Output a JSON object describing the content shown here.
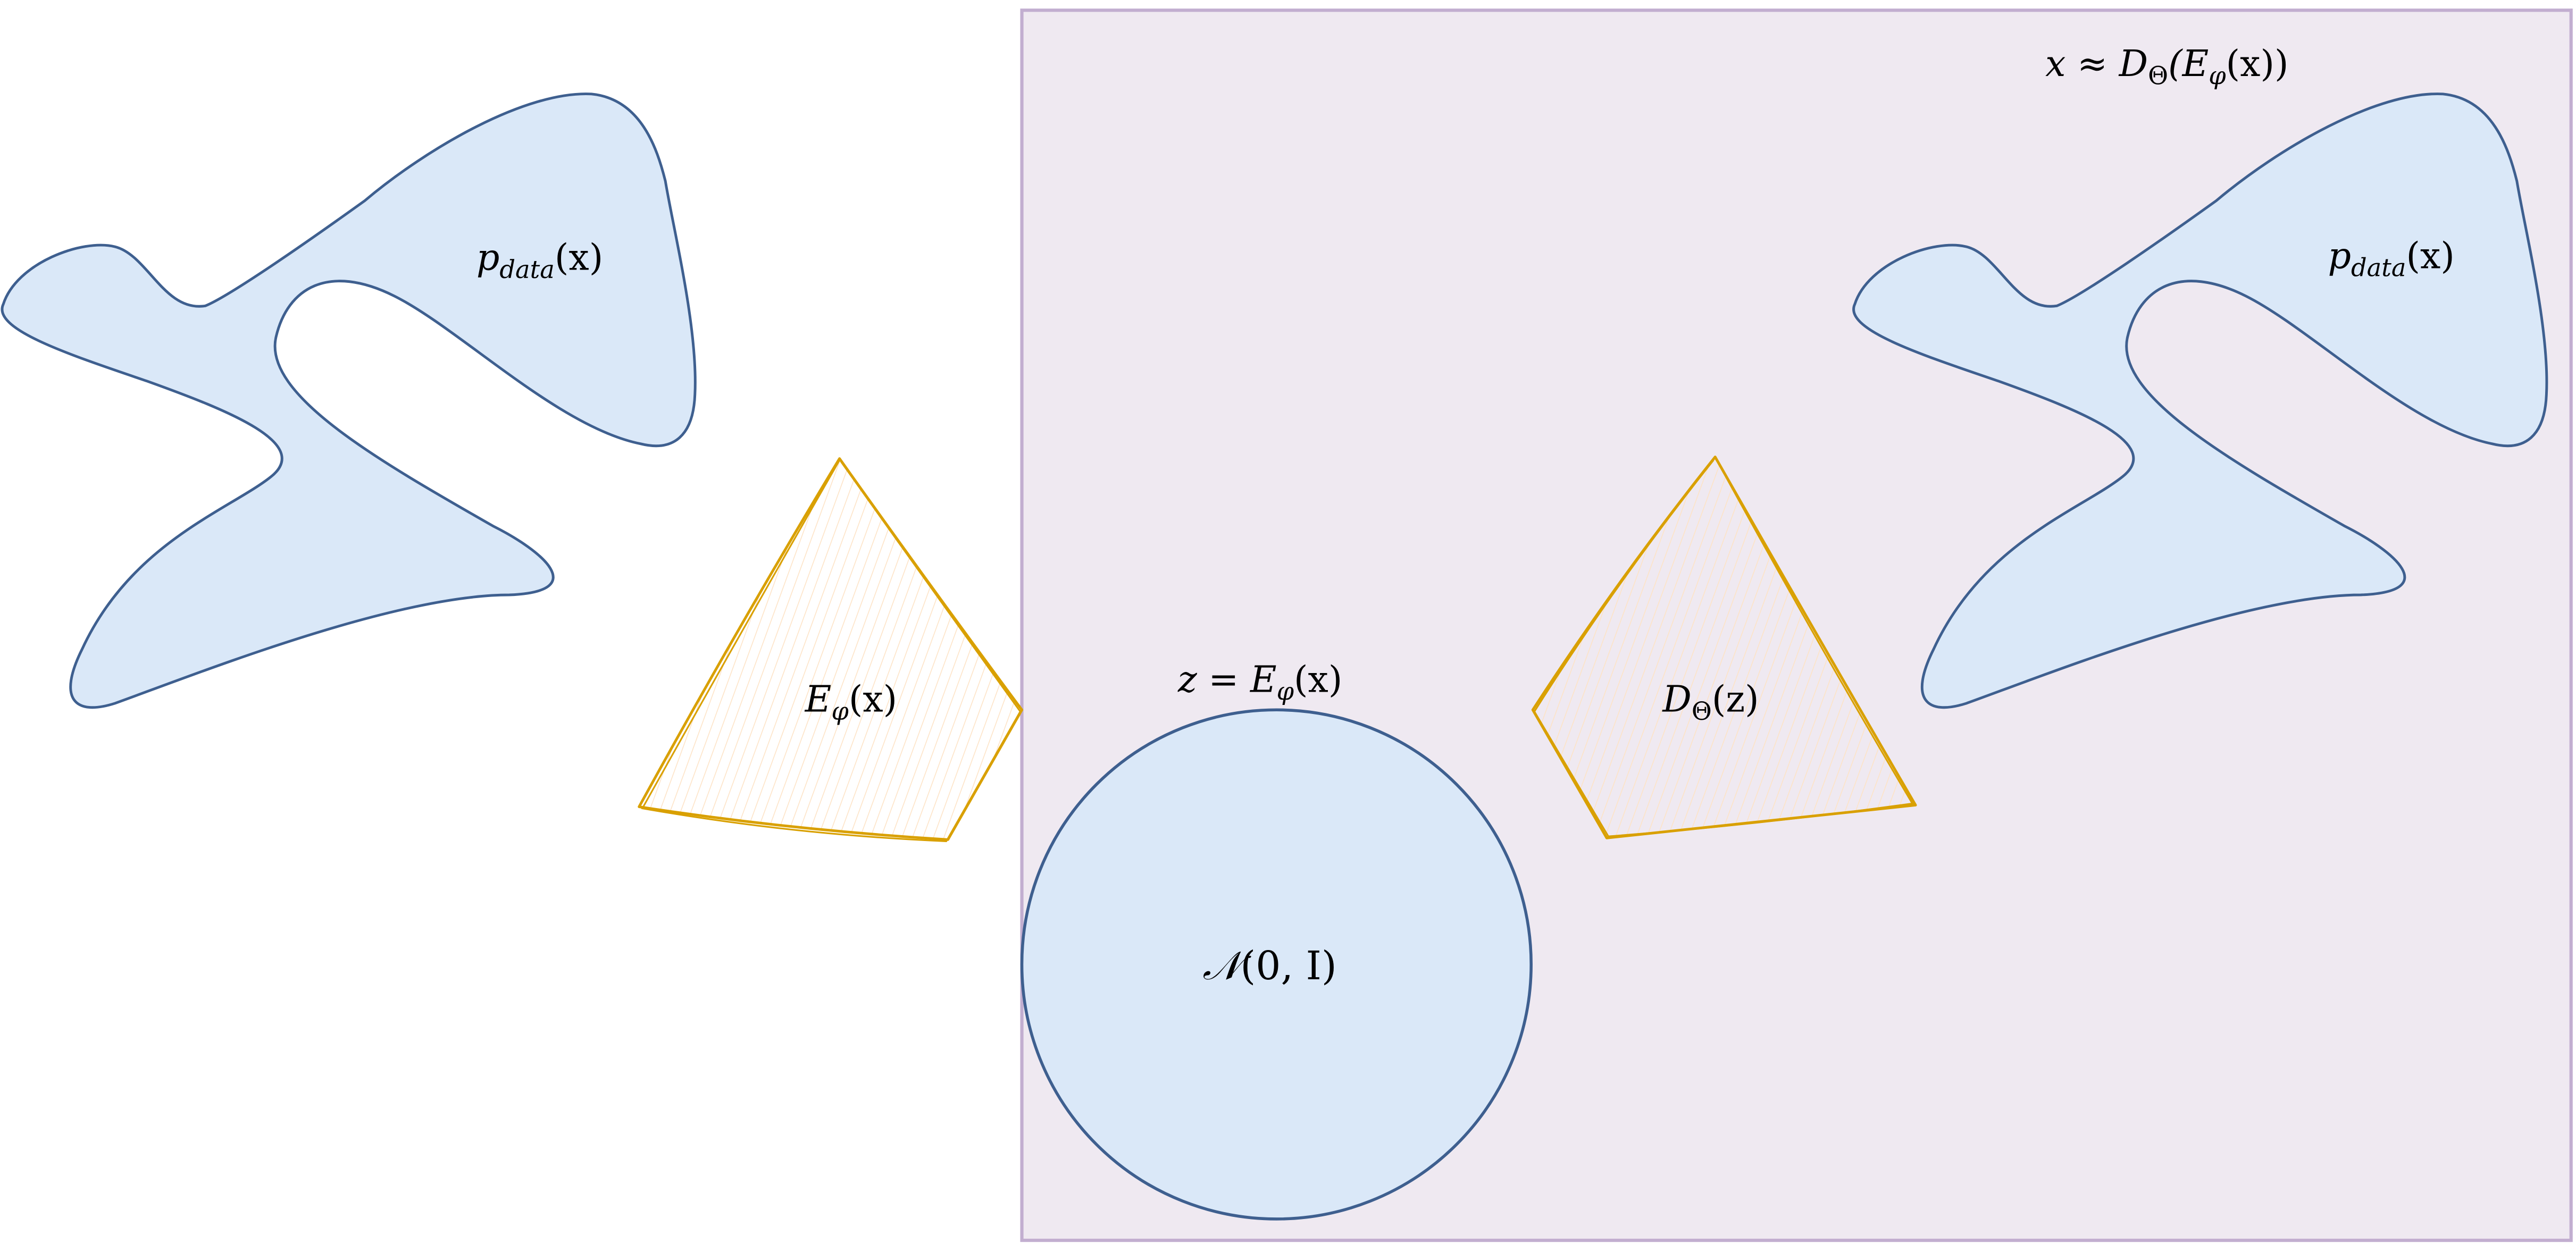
{
  "colors": {
    "blob_fill": "#dae8f8",
    "blob_stroke": "#3e5f8f",
    "latent_box_fill": "#efe9f1",
    "latent_box_stroke": "#c2aed0",
    "network_stroke": "#d9a000",
    "network_hatch": "#fde3c6"
  },
  "labels": {
    "data_left": {
      "main": "p",
      "sub": "data",
      "rest": "(x)"
    },
    "data_right": {
      "main": "p",
      "sub": "data",
      "rest": "(x)"
    },
    "encoder": {
      "main": "E",
      "sub": "φ",
      "rest": "(x)"
    },
    "decoder": {
      "main": "D",
      "sub": "Θ",
      "rest": "(z)"
    },
    "latent_def": {
      "pre": "z = E",
      "sub": "φ",
      "rest": "(x)"
    },
    "prior": {
      "main": "𝒩",
      "rest": "(0, I)"
    },
    "reconstruction": {
      "pre": "x ≈ D",
      "sub1": "Θ",
      "mid": "(E",
      "sub2": "φ",
      "rest": "(x))"
    }
  }
}
